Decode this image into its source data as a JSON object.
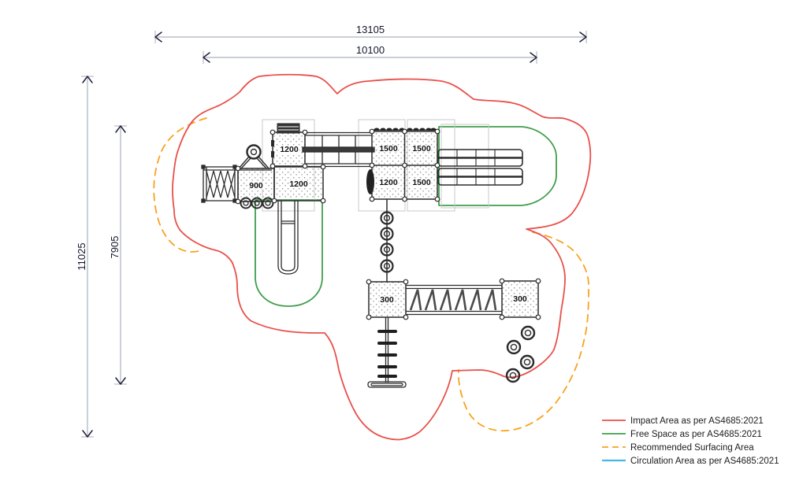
{
  "drawing": {
    "type": "playground-site-plan",
    "standard": "AS4685:2021"
  },
  "dimensions": {
    "top_outer": "13105",
    "top_inner": "10100",
    "left_outer": "11025",
    "left_inner": "7905"
  },
  "platform_labels": {
    "deck_top": "1200",
    "deck_left": "900",
    "deck_bottom": "1200",
    "grid_top_left": "1500",
    "grid_top_right": "1500",
    "grid_bottom_left": "1200",
    "grid_bottom_right": "1500",
    "step_left": "300",
    "step_right": "300"
  },
  "legend": {
    "items": [
      {
        "label": "Impact Area as per AS4685:2021",
        "color": "#e8504a",
        "style": "solid"
      },
      {
        "label": "Free Space as per AS4685:2021",
        "color": "#3f9e4c",
        "style": "solid"
      },
      {
        "label": "Recommended Surfacing Area",
        "color": "#f9a21c",
        "style": "dashed"
      },
      {
        "label": "Circulation Area as per AS4685:2021",
        "color": "#4ab5ea",
        "style": "solid"
      }
    ]
  },
  "colors": {
    "impact_area": "#e8504a",
    "free_space": "#3f9e4c",
    "surfacing_area": "#f9a21c",
    "circulation_area": "#4ab5ea",
    "dimension_line": "#aab0bc",
    "dimension_text": "#15152e",
    "equipment_line": "#2b2b2b"
  }
}
